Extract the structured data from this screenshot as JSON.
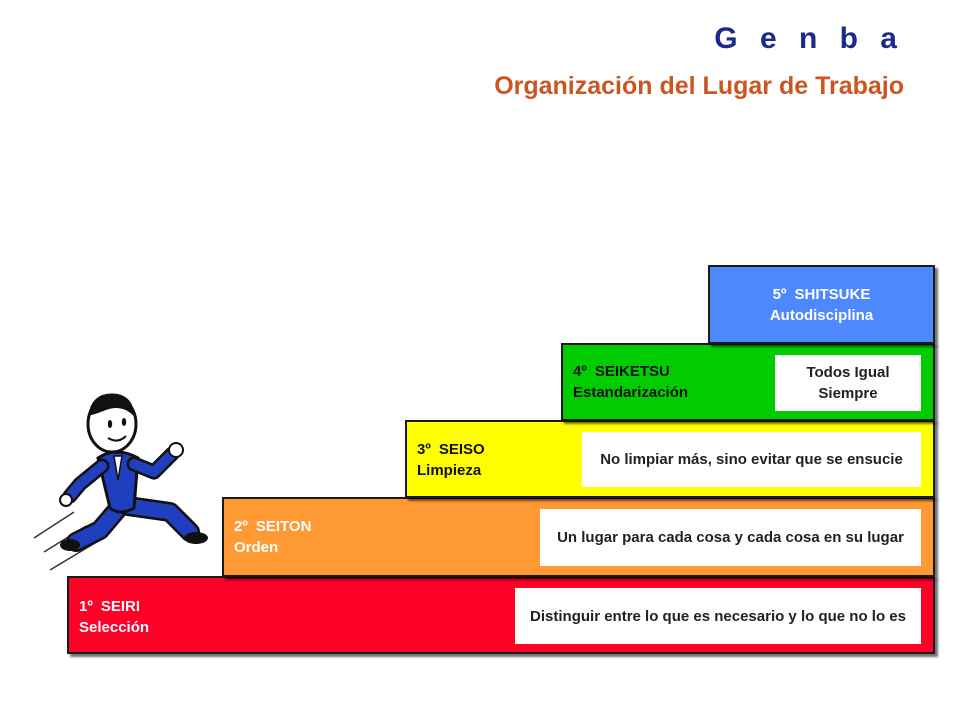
{
  "header": {
    "title": "G e n b a",
    "subtitle": "Organización del Lugar de Trabajo"
  },
  "steps": [
    {
      "num": "1º",
      "name": "SEIRI",
      "meaning": "Selección",
      "desc": "Distinguir entre lo que es necesario y lo que no lo es",
      "color": "#ff0026"
    },
    {
      "num": "2º",
      "name": "SEITON",
      "meaning": "Orden",
      "desc": "Un lugar para cada cosa y cada cosa en su lugar",
      "color": "#ff9933"
    },
    {
      "num": "3º",
      "name": "SEISO",
      "meaning": "Limpieza",
      "desc": "No limpiar más, sino evitar que se ensucie",
      "color": "#ffff00"
    },
    {
      "num": "4º",
      "name": "SEIKETSU",
      "meaning": "Estandarización",
      "desc": "Todos Igual Siempre",
      "color": "#00cc00"
    },
    {
      "num": "5º",
      "name": "SHITSUKE",
      "meaning": "Autodisciplina",
      "color": "#4d88ff"
    }
  ],
  "icons": {
    "figure": "running-man-icon"
  }
}
